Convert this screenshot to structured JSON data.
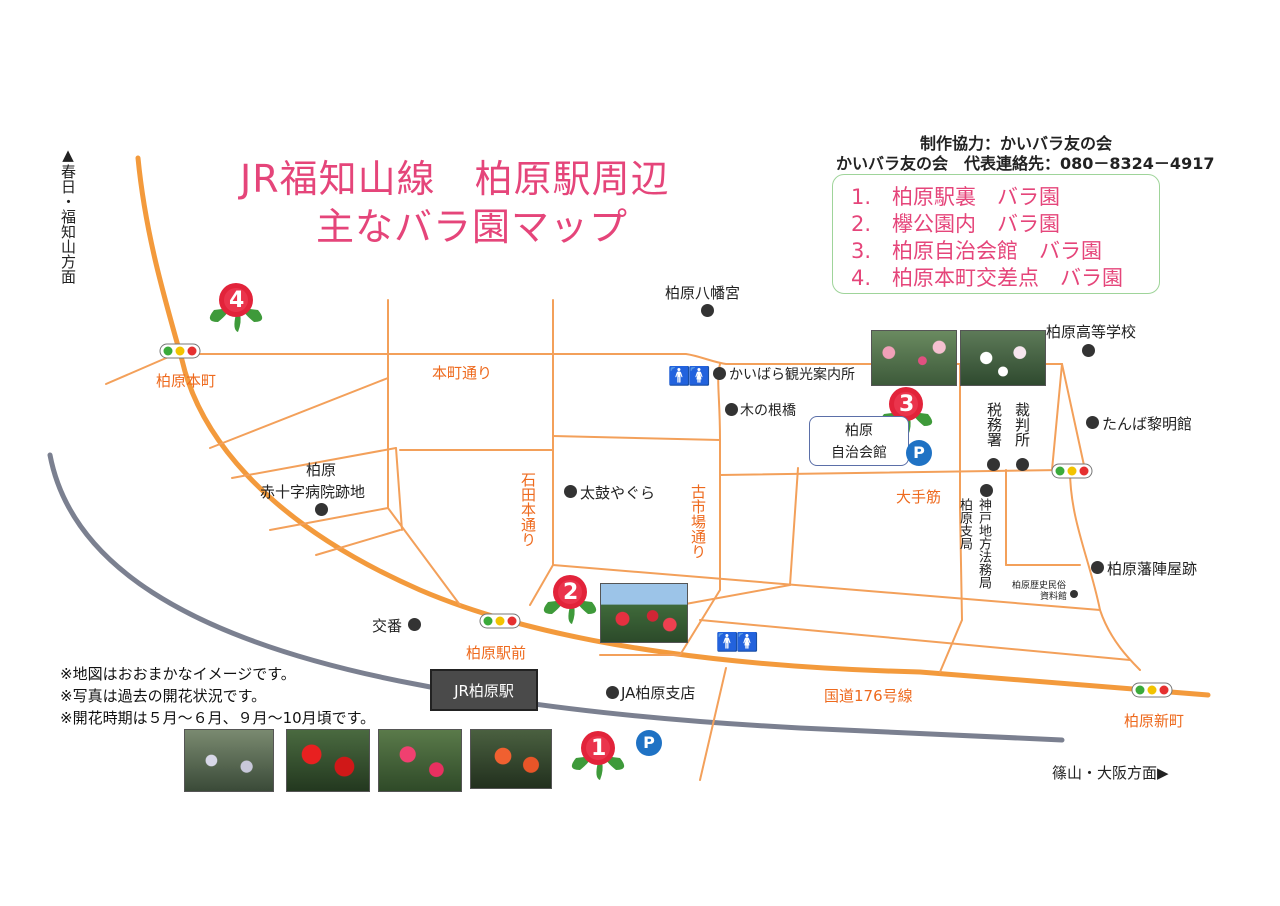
{
  "title": {
    "line1": "JR福知山線　柏原駅周辺",
    "line2": "主なバラ園マップ"
  },
  "credits": {
    "line1": "制作協力：かいバラ友の会",
    "line2": "かいバラ友の会　代表連絡先：080－8324－4917"
  },
  "legend": [
    "1.　柏原駅裏　バラ園",
    "2.　欅公園内　バラ園",
    "3.　柏原自治会館　バラ園",
    "4.　柏原本町交差点　バラ園"
  ],
  "directions": {
    "north": "▲春日・福知山方面",
    "south": "篠山・大阪方面▶"
  },
  "roads": {
    "honmachi": "本町通り",
    "ishida": "石田本通り",
    "furuichiba": "古市場通り",
    "ote": "大手筋",
    "route176": "国道176号線"
  },
  "intersections": {
    "honmachi": "柏原本町",
    "ekimae": "柏原駅前",
    "shinmachi": "柏原新町"
  },
  "station": "JR柏原駅",
  "landmarks": {
    "hachimangu": "柏原八幡宮",
    "high_school": "柏原高等学校",
    "tourist_info": "かいばら観光案内所",
    "kinonehashi": "木の根橋",
    "tanba_reimeikan": "たんば黎明館",
    "zeimusho": "税務署",
    "saibansho": "裁判所",
    "red_cross_line1": "柏原",
    "red_cross_line2": "赤十字病院跡地",
    "taiko_yagura": "太鼓やぐら",
    "kobe_legal": "神戸地方法務局",
    "kaibara_branch": "柏原支局",
    "jinya": "柏原藩陣屋跡",
    "museum_line1": "柏原歴史民俗",
    "museum_line2": "資料館",
    "koban": "交番",
    "ja": "JA柏原支店",
    "hall_line1": "柏原",
    "hall_line2": "自治会館"
  },
  "parking_label": "P",
  "rose_numbers": [
    "1",
    "2",
    "3",
    "4"
  ],
  "notes": [
    "※地図はおおまかなイメージです。",
    "※写真は過去の開花状況です。",
    "※開花時期は５月～６月、９月～10月頃です。"
  ],
  "colors": {
    "title_pink": "#e5457a",
    "road_orange": "#ee6a1e",
    "rail_gray": "#7b8090",
    "legend_border": "#9fd49a",
    "parking_blue": "#1f72c4"
  }
}
